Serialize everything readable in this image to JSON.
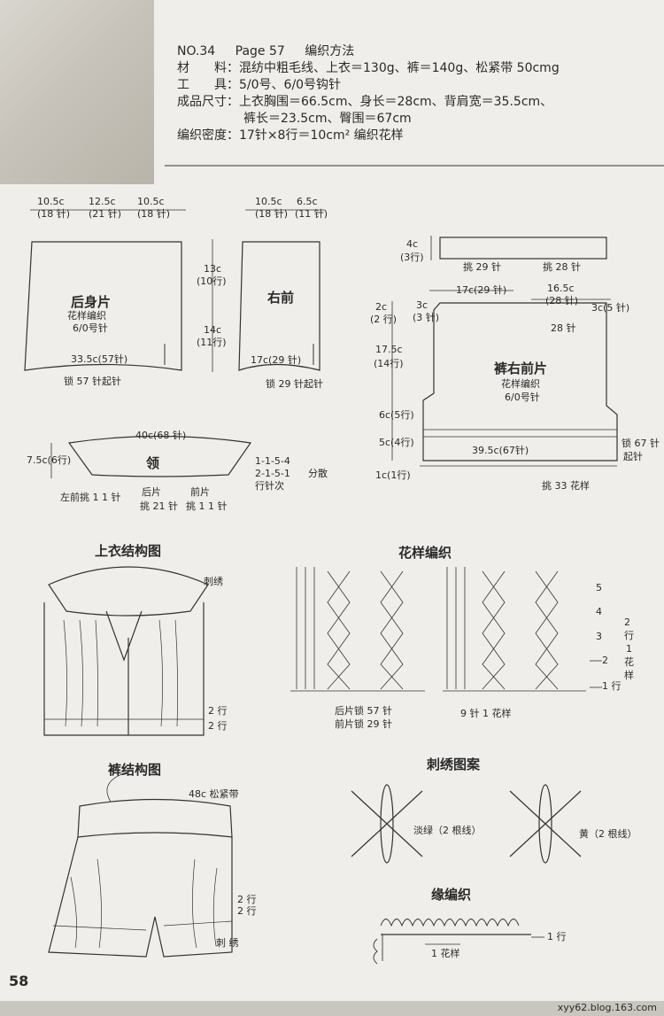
{
  "header": {
    "no": "NO.34",
    "page": "Page 57",
    "title": "编织方法",
    "materials": "材　　料：混纺中粗毛线、上衣＝130g、裤＝140g、松紧带 50cmg",
    "tools": "工　　具：5/0号、6/0号钩针",
    "size1": "成品尺寸：上衣胸围＝66.5cm、身长＝28cm、背肩宽＝35.5cm、",
    "size2": "裤长＝23.5cm、臀围＝67cm",
    "gauge": "编织密度：17针×8行＝10cm² 编织花样"
  },
  "back": {
    "top1": "10.5c",
    "top1n": "(18 针)",
    "top2": "12.5c",
    "top2n": "(21 针)",
    "top3": "10.5c",
    "top3n": "(18 针)",
    "title": "后身片",
    "pattern": "花样编织",
    "hook": "6/0号针",
    "h1": "13c",
    "h1n": "(10行)",
    "h2": "14c",
    "h2n": "(11行)",
    "bottom": "33.5c(57针)",
    "cast": "锁 57 针起针"
  },
  "rfront": {
    "top1": "10.5c",
    "top1n": "(18 针)",
    "top2": "6.5c",
    "top2n": "(11 针)",
    "title": "右前",
    "bottom": "17c(29 针)",
    "cast": "锁 29 针起针"
  },
  "collar": {
    "top": "40c(68 针)",
    "side": "7.5c(6行)",
    "title": "领",
    "dec1": "1-1-5-4",
    "dec2": "2-1-5-1",
    "dec3": "行针次",
    "spread": "分散",
    "pick1": "左前挑 1 1 针",
    "pick2": "后片",
    "pick2b": "挑 21 针",
    "pick3": "前片",
    "pick3b": "挑 1 1 针"
  },
  "waist": {
    "h": "4c",
    "hn": "(3行)",
    "p1": "挑 29 针",
    "p2": "挑 28 针"
  },
  "pants": {
    "top1": "17c(29 针)",
    "top2": "16.5c",
    "top2n": "(28 针)",
    "a": "2c",
    "an": "(2 行)",
    "b": "3c",
    "bn": "(3 针)",
    "c": "3c(5 针)",
    "st28": "28 针",
    "h1": "17.5c",
    "h1n": "(14行)",
    "title": "裤右前片",
    "pattern": "花样编织",
    "hook": "6/0号针",
    "h2": "6c(5行)",
    "h3": "5c(4行)",
    "h4": "1c(1行)",
    "bottom": "39.5c(67针)",
    "cast1": "锁 67 针",
    "cast2": "起针",
    "pick": "挑 33 花样"
  },
  "sections": {
    "top": "上衣结构图",
    "pattern": "花样编织",
    "pants": "裤结构图",
    "embroidery": "刺绣图案",
    "edge": "缘编织"
  },
  "labels": {
    "emb": "刺绣",
    "row2a": "2 行",
    "row2b": "2 行",
    "p5": "5",
    "p4": "4",
    "p3": "3",
    "p2": "2",
    "p1": "1 行",
    "rep1": "2",
    "rep2": "行",
    "rep3": "1",
    "rep4": "花",
    "rep5": "样",
    "bp1": "后片锁 57 针",
    "bp2": "前片锁 29 针",
    "bp3": "9 针 1 花样",
    "elastic": "48c 松紧带",
    "prow1": "2 行",
    "prow2": "2 行",
    "pemb": "刺 绣",
    "green": "淡绿（2 根线）",
    "yellow": "黄（2 根线）",
    "edgerow": "1 行",
    "edgerep": "1 花样"
  },
  "page_number": "58",
  "footer": "xyy62.blog.163.com"
}
